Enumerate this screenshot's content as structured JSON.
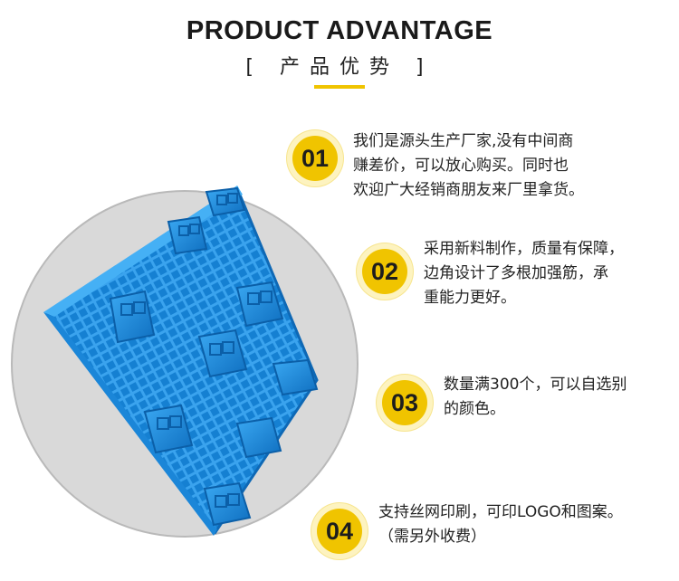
{
  "header": {
    "title_en": "PRODUCT ADVANTAGE",
    "title_cn": "[ 产品优势 ]"
  },
  "colors": {
    "accent": "#f0c400",
    "pallet_blue": "#1f8fe0",
    "circle_gray": "#d9d9d9"
  },
  "advantages": [
    {
      "number": "01",
      "lines": [
        "我们是源头生产厂家,没有中间商",
        "赚差价，可以放心购买。同时也",
        "欢迎广大经销商朋友来厂里拿货。"
      ]
    },
    {
      "number": "02",
      "lines": [
        "采用新料制作，质量有保障，",
        "边角设计了多根加强筋，承",
        "重能力更好。"
      ]
    },
    {
      "number": "03",
      "lines": [
        "数量满300个，可以自选别",
        "的颜色。"
      ]
    },
    {
      "number": "04",
      "lines": [
        "支持丝网印刷，可印LOGO和图案。",
        "（需另外收费）"
      ]
    }
  ],
  "product_image": {
    "icon": "plastic-pallet-icon"
  }
}
